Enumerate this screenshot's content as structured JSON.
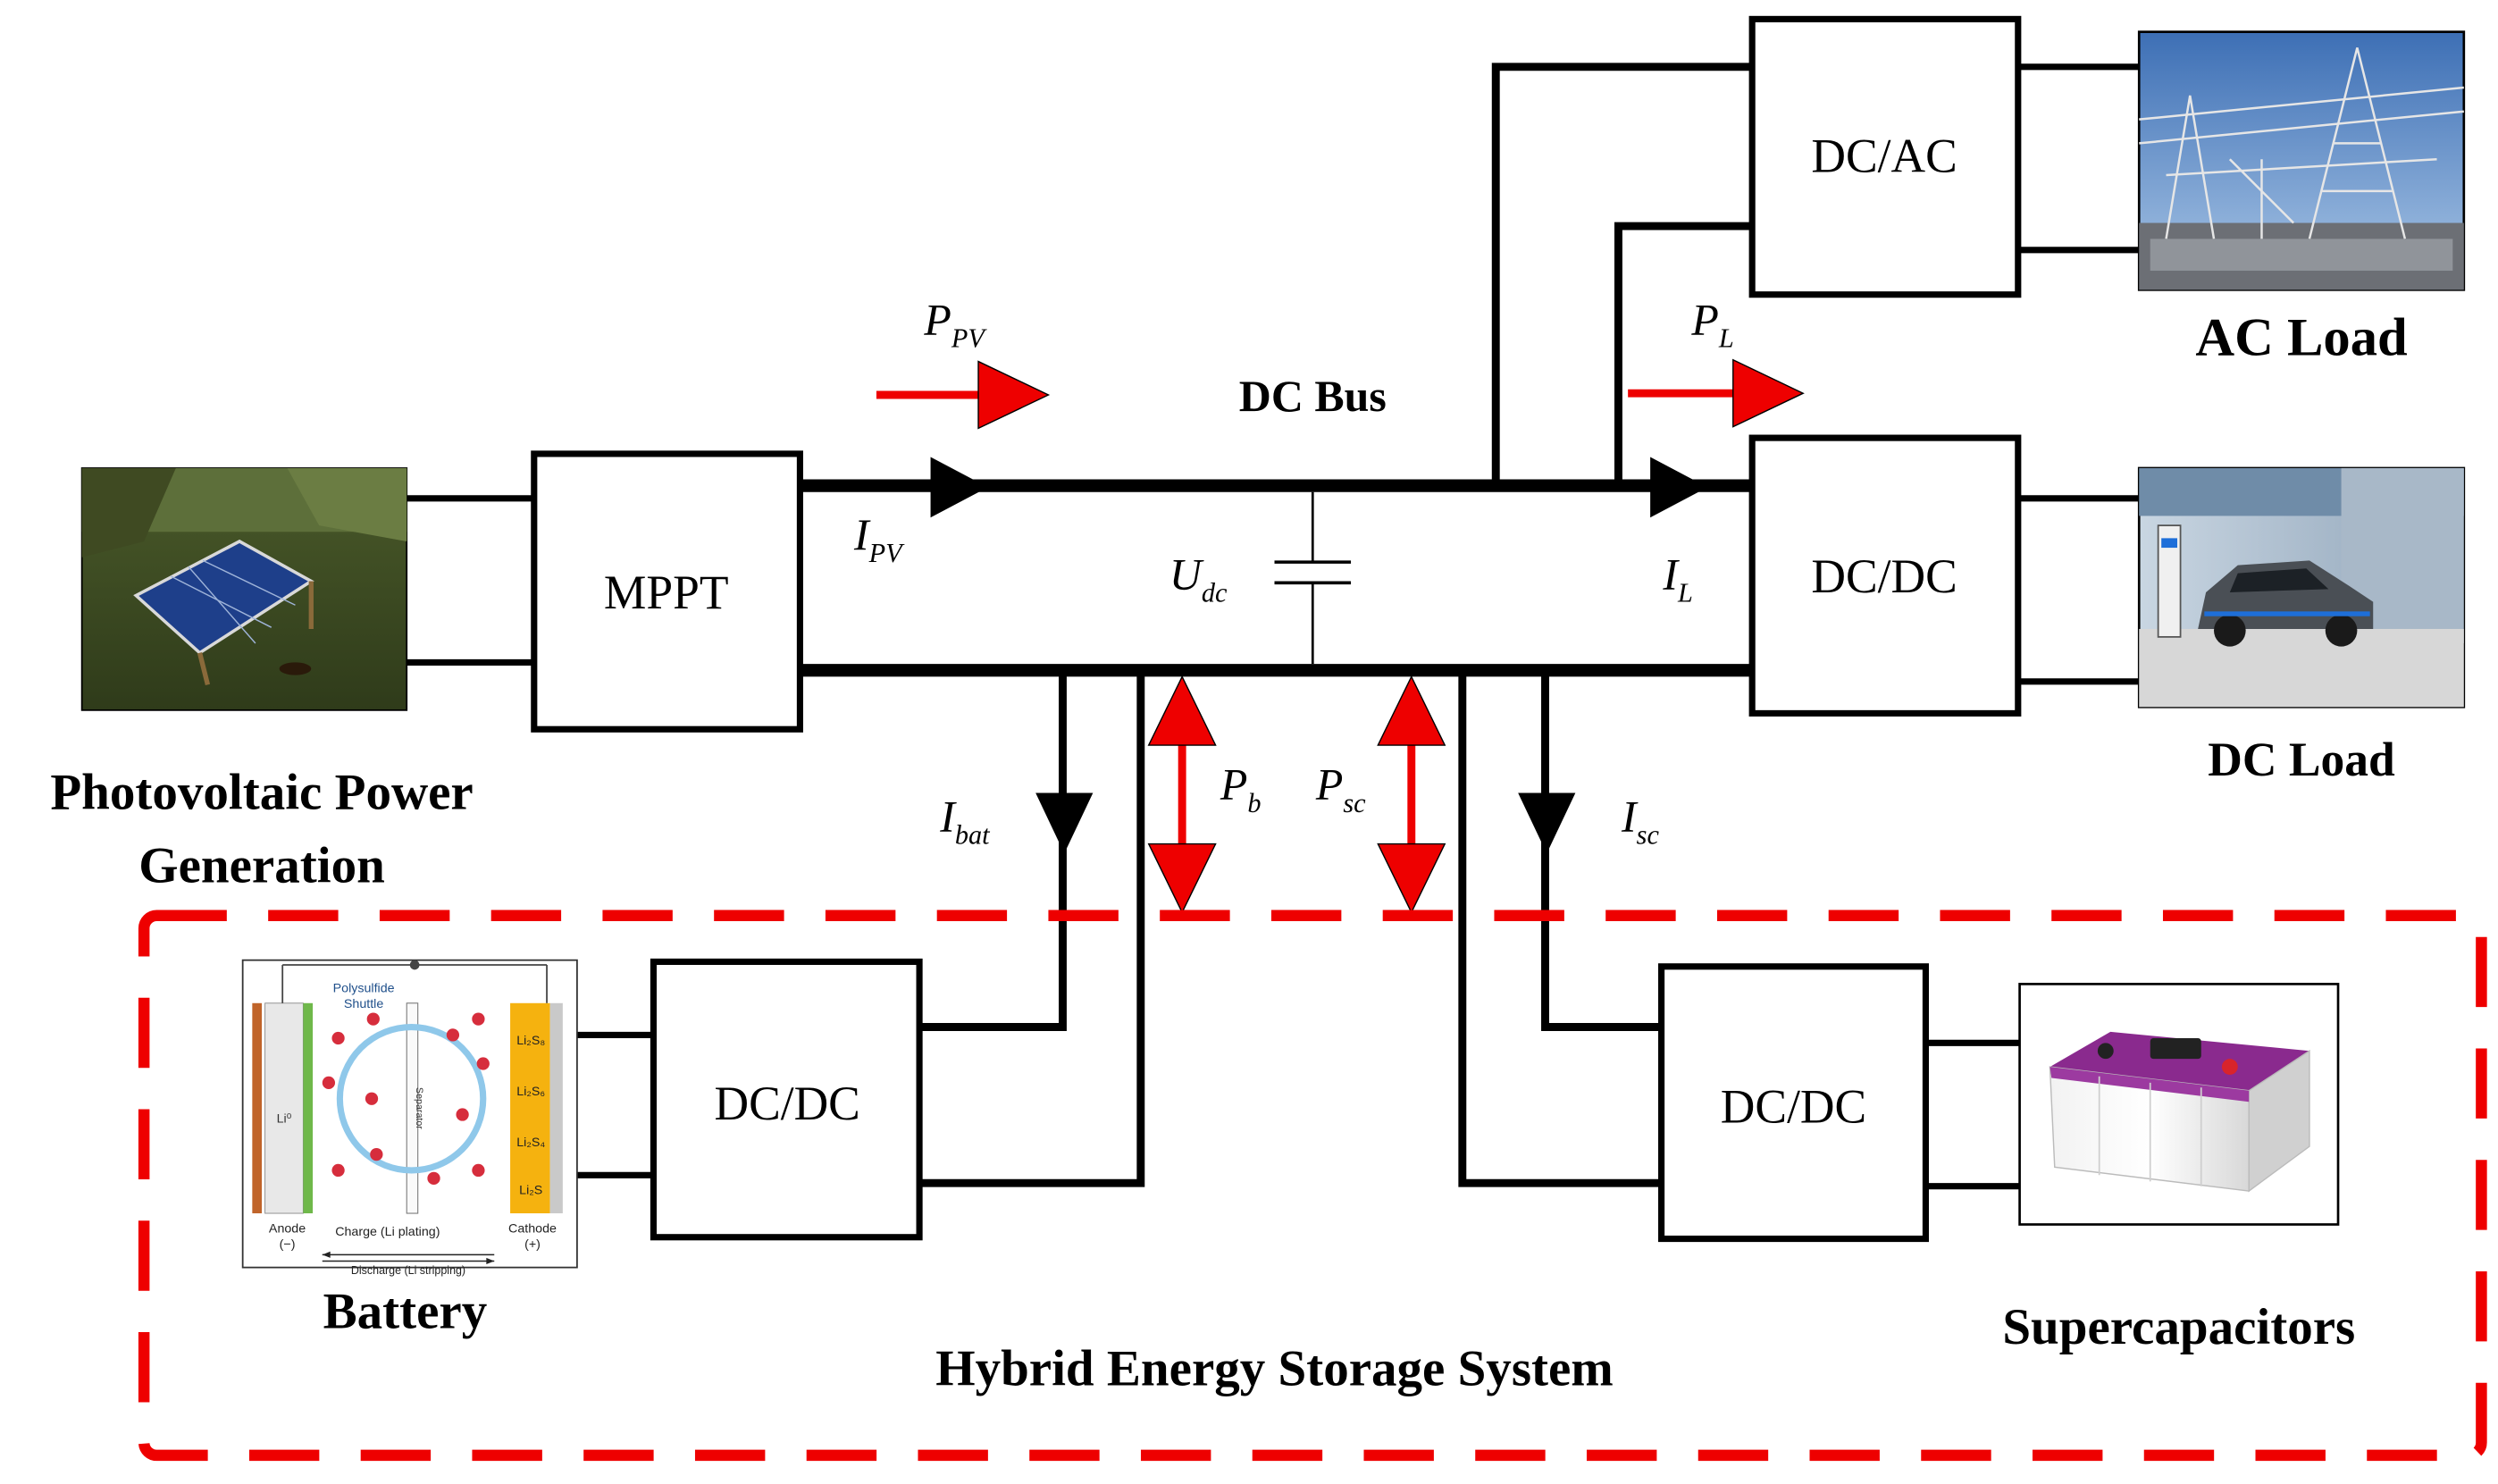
{
  "labels": {
    "pv_source": "Photovoltaic Power",
    "pv_source_line2": "Generation",
    "mppt": "MPPT",
    "dc_bus": "DC Bus",
    "dcac": "DC/AC",
    "dcdc_load": "DC/DC",
    "ac_load": "AC Load",
    "dc_load": "DC Load",
    "dcdc_battery": "DC/DC",
    "dcdc_sc": "DC/DC",
    "battery": "Battery",
    "supercapacitors": "Supercapacitors",
    "hess": "Hybrid Energy Storage System"
  },
  "symbols": {
    "p_pv": {
      "main": "P",
      "sub": "PV"
    },
    "i_pv": {
      "main": "I",
      "sub": "PV"
    },
    "u_dc": {
      "main": "U",
      "sub": "dc"
    },
    "p_l": {
      "main": "P",
      "sub": "L"
    },
    "i_l": {
      "main": "I",
      "sub": "L"
    },
    "i_bat": {
      "main": "I",
      "sub": "bat"
    },
    "p_b": {
      "main": "P",
      "sub": "b"
    },
    "p_sc": {
      "main": "P",
      "sub": "sc"
    },
    "i_sc": {
      "main": "I",
      "sub": "sc"
    }
  },
  "battery_figure": {
    "title": "Polysulfide",
    "title2": "Shuttle",
    "anode_material": "Li⁰",
    "separator": "Separator",
    "cathode_species": [
      "Li₂S₈",
      "Li₂S₆",
      "Li₂S₄",
      "Li₂S"
    ],
    "anode": "Anode",
    "anode_sign": "(−)",
    "cathode": "Cathode",
    "cathode_sign": "(+)",
    "charge": "Charge (Li plating)",
    "discharge": "Discharge (Li stripping)"
  },
  "colors": {
    "line": "#000000",
    "power_arrow": "#ee0000",
    "hess_border": "#ee0000"
  }
}
